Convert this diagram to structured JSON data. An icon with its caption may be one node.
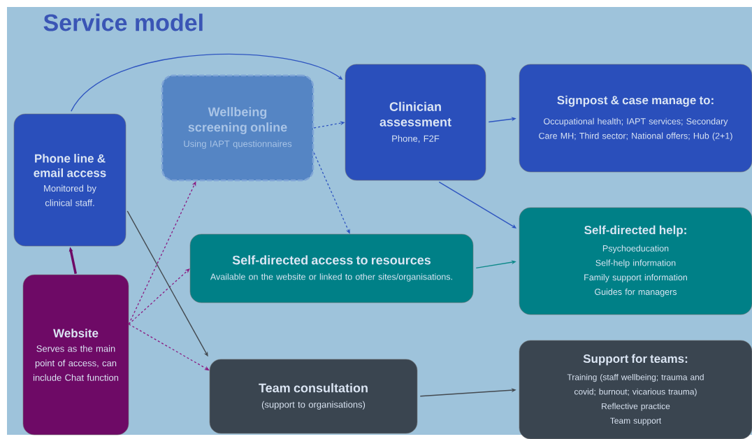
{
  "diagram": {
    "title": "Service model",
    "nodes": [
      {
        "text": [
          "Phone line & email access",
          "Monitored by clinical staff."
        ]
      },
      {
        "text": [
          "Wellbeing screening online",
          "Using IAPT questionnaires"
        ]
      },
      {
        "text": [
          "Clinician assessment",
          "Phone, F2F"
        ]
      },
      {
        "text": [
          "Signpost & case manage to:",
          "Occupational health; IAPT services; Secondary Care MH; Third sector; National offers; Hub (2+1)"
        ]
      },
      {
        "text": [
          "Self-directed access to resources",
          "Available on the website or linked to other sites/organisations."
        ]
      },
      {
        "text": [
          "Self-directed help:",
          "Psychoeducation",
          "Self-help information",
          "Family support information",
          "Guides for managers"
        ]
      },
      {
        "text": [
          "Website",
          "Serves as the main point of access, can include Chat function"
        ]
      },
      {
        "text": [
          "Team consultation",
          "(support to organisations)"
        ]
      },
      {
        "text": [
          "Support for teams:",
          "Training (staff wellbeing; trauma and covid; burnout; vicarious trauma)",
          "Reflective practice",
          "Team support"
        ]
      }
    ],
    "edges": [
      {
        "from": 0,
        "to": 2,
        "arrow": "to"
      },
      {
        "from": 6,
        "to": 0,
        "arrow": "to",
        "style": "thick",
        "color": "#6e0a66"
      },
      {
        "from": 1,
        "to": 2,
        "arrow": "to",
        "style": "dashed"
      },
      {
        "from": 1,
        "to": 4,
        "arrow": "to",
        "style": "dashed"
      },
      {
        "from": 2,
        "to": 3,
        "arrow": "to"
      },
      {
        "from": 2,
        "to": 5,
        "arrow": "to"
      },
      {
        "from": 4,
        "to": 5,
        "arrow": "to",
        "color": "#0f8a8a"
      },
      {
        "from": 6,
        "to": 1,
        "arrow": "to",
        "style": "dashed",
        "color": "#8a1a80"
      },
      {
        "from": 6,
        "to": 4,
        "arrow": "to",
        "style": "dashed",
        "color": "#8a1a80"
      },
      {
        "from": 6,
        "to": 7,
        "arrow": "to",
        "style": "dashed",
        "color": "#8a1a80"
      },
      {
        "from": 0,
        "to": 7,
        "arrow": "to",
        "color": "#444a50"
      },
      {
        "from": 7,
        "to": 8,
        "arrow": "to",
        "color": "#444a50"
      }
    ]
  }
}
